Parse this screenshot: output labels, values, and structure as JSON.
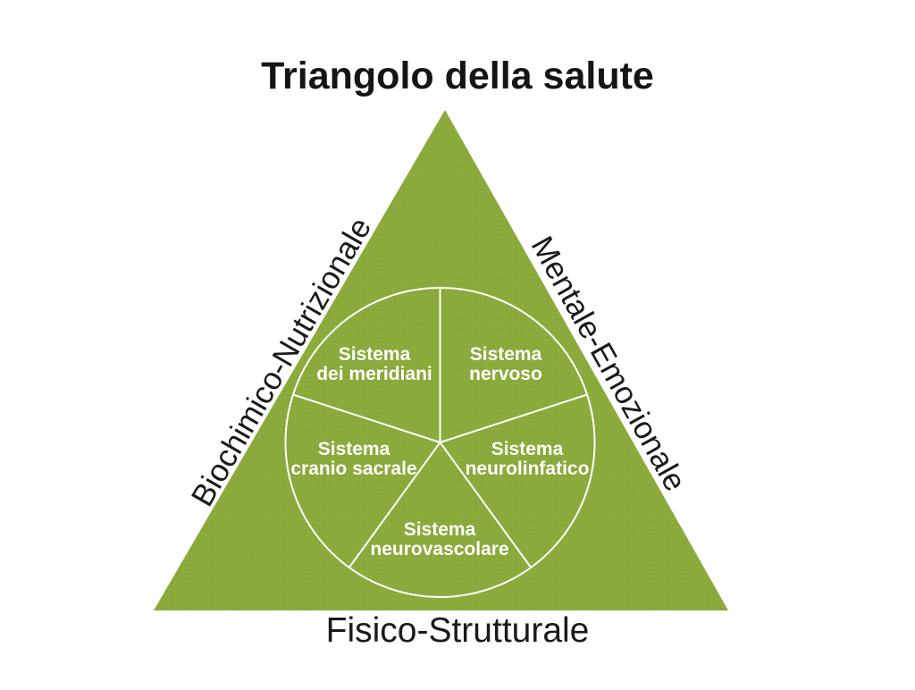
{
  "title": "Triangolo della salute",
  "triangle_sides": {
    "left": "Biochimico-Nutrizionale",
    "right": "Mentale-Emozionale",
    "bottom": "Fisico-Strutturale"
  },
  "sectors": [
    {
      "line1": "Sistema",
      "line2": "dei meridiani",
      "position": "upper-left"
    },
    {
      "line1": "Sistema",
      "line2": "nervoso",
      "position": "upper-right"
    },
    {
      "line1": "Sistema",
      "line2": "cranio sacrale",
      "position": "left"
    },
    {
      "line1": "Sistema",
      "line2": "neurolinfatico",
      "position": "right"
    },
    {
      "line1": "Sistema",
      "line2": "neurovascolare",
      "position": "bottom"
    }
  ],
  "colors": {
    "triangle_green": "#8BAB3C",
    "triangle_green_dot": "#81A133",
    "divider_white": "#FFFFFF",
    "title_text": "#151515",
    "side_text": "#1A1A1A",
    "sector_text": "#FFFFFF",
    "background": "#FFFFFF"
  }
}
